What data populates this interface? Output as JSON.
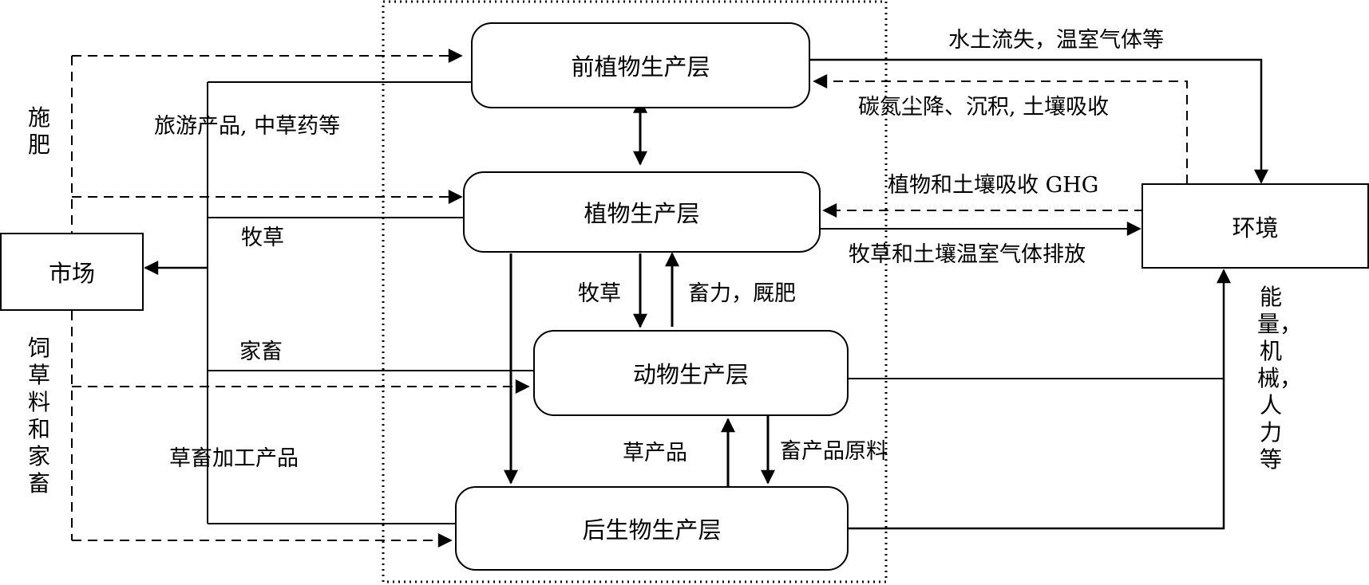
{
  "nodes": {
    "pre_plant": "前植物生产层",
    "plant": "植物生产层",
    "animal": "动物生产层",
    "post": "后生物生产层",
    "market": "市场",
    "environment": "环境"
  },
  "labels": {
    "soil_loss": "水土流失，温室气体等",
    "deposition": "碳氮尘降、沉积, 土壤吸收",
    "ghg_absorb": "植物和土壤吸收 GHG",
    "ghg_emit": "牧草和土壤温室气体排放",
    "tourism": "旅游产品, 中草药等",
    "forage_market": "牧草",
    "livestock_market": "家畜",
    "processed_products": "草畜加工产品",
    "forage_down": "牧草",
    "draft_manure": "畜力，厩肥",
    "grass_products": "草产品",
    "animal_materials": "畜产品原料",
    "fertilizer": "施肥",
    "feed_livestock": "饲草料和家畜",
    "energy": "能量，机械，人力等"
  }
}
